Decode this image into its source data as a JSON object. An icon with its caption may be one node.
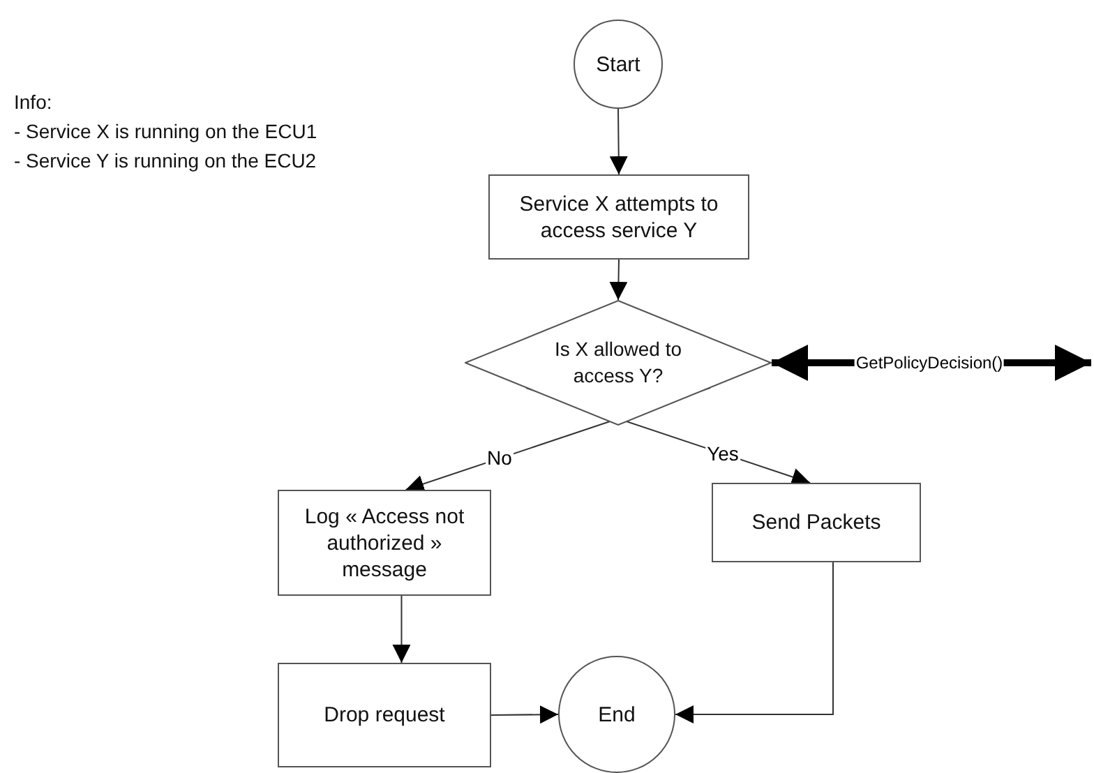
{
  "diagram": {
    "nodes": [
      {
        "text": [
          "Start"
        ]
      },
      {
        "text": [
          "Service X attempts to access service Y"
        ]
      },
      {
        "text": [
          "Is X allowed to access Y?"
        ]
      },
      {
        "text": [
          "Log « Access not authorized » message"
        ]
      },
      {
        "text": [
          "Send Packets"
        ]
      },
      {
        "text": [
          "Drop request"
        ]
      },
      {
        "text": [
          "End"
        ]
      }
    ],
    "edges": [
      {
        "from": 0,
        "to": 1,
        "arrow": "to"
      },
      {
        "from": 1,
        "to": 2,
        "arrow": "to"
      },
      {
        "from": 2,
        "to": 3,
        "arrow": "to",
        "label": "No"
      },
      {
        "from": 2,
        "to": 4,
        "arrow": "to",
        "label": "Yes"
      },
      {
        "from": 3,
        "to": 5,
        "arrow": "to"
      },
      {
        "from": 5,
        "to": 6,
        "arrow": "to"
      },
      {
        "from": 4,
        "to": 6,
        "arrow": "to"
      },
      {
        "from": 2,
        "to": null,
        "arrow": "both",
        "style": "thick",
        "label": "GetPolicyDecision()"
      }
    ],
    "labels": [
      "Info:",
      "- Service X is running on the ECU1",
      "- Service Y is running on the ECU2"
    ]
  }
}
